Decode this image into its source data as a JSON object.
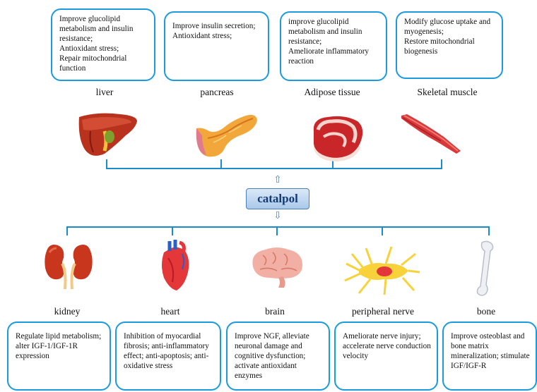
{
  "center": {
    "label": "catalpol"
  },
  "arrows": {
    "up": "⇧",
    "down": "⇩"
  },
  "top_organs": [
    {
      "name": "liver",
      "icon": "liver-icon",
      "effects": "Improve glucolipid metabolism and insulin resistance;\nAntioxidant stress;\nRepair mitochondrial function"
    },
    {
      "name": "pancreas",
      "icon": "pancreas-icon",
      "effects": "Improve insulin secretion;\nAntioxidant stress;"
    },
    {
      "name": "Adipose tissue",
      "icon": "adipose-tissue-icon",
      "effects": "improve glucolipid metabolism and insulin resistance;\nAmeliorate inflammatory reaction"
    },
    {
      "name": "Skeletal muscle",
      "icon": "skeletal-muscle-icon",
      "effects": "Modify glucose uptake and myogenesis;\nRestore mitochondrial biogenesis"
    }
  ],
  "bottom_organs": [
    {
      "name": "kidney",
      "icon": "kidney-icon",
      "effects": "Regulate lipid metabolism; alter IGF-1/IGF-1R expression"
    },
    {
      "name": "heart",
      "icon": "heart-icon",
      "effects": "Inhibition of myocardial fibrosis; anti-inflammatory effect; anti-apoptosis; anti-oxidative stress"
    },
    {
      "name": "brain",
      "icon": "brain-icon",
      "effects": "Improve NGF, alleviate neuronal damage and cognitive dysfunction; activate antioxidant enzymes"
    },
    {
      "name": "peripheral nerve",
      "icon": "neuron-icon",
      "effects": "Ameliorate nerve injury; accelerate nerve conduction velocity"
    },
    {
      "name": "bone",
      "icon": "bone-icon",
      "effects": "Improve osteoblast and bone matrix mineralization; stimulate IGF/IGF-R"
    }
  ],
  "colors": {
    "box_border": "#1a9be0",
    "connector": "#1a8ccc",
    "center_fill": "#b7d2ee",
    "center_text": "#123a73"
  }
}
